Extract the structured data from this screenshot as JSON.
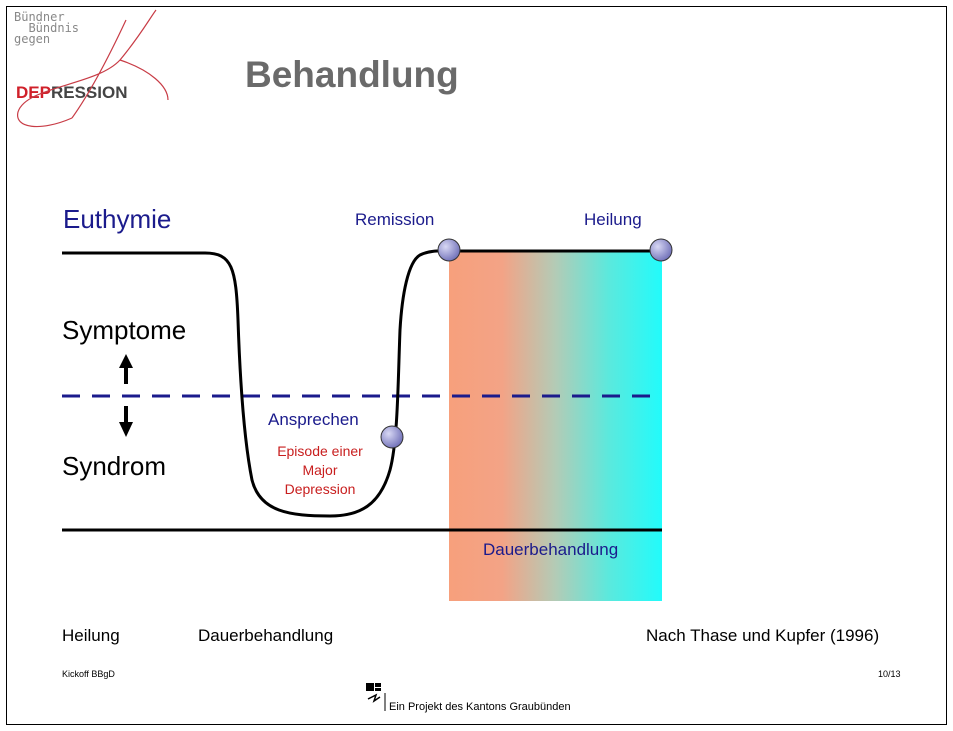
{
  "logo": {
    "lines": [
      "Bündner",
      "  Bündnis",
      "gegen"
    ],
    "word_red": "DEP",
    "word_dark": "RESSION"
  },
  "title": "Behandlung",
  "diagram": {
    "levels": {
      "euthymie": "Euthymie",
      "symptome": "Symptome",
      "syndrom": "Syndrom"
    },
    "labels": {
      "remission": "Remission",
      "heilung": "Heilung",
      "ansprechen": "Ansprechen",
      "episode": "Episode einer Major Depression",
      "dauerbehandlung": "Dauerbehandlung"
    },
    "colors": {
      "label_blue": "#1b1b8c",
      "episode_red": "#c81e1e",
      "dashed_line": "#1b1b8c",
      "band_left": "#f7a07c",
      "band_right": "#22fbfb",
      "marker_fill": "#8c8cd0"
    }
  },
  "footer": {
    "heilung": "Heilung",
    "dauerbehandlung": "Dauerbehandlung",
    "source": "Nach Thase und Kupfer (1996)",
    "kickoff": "Kickoff BBgD",
    "page": "10/13",
    "project": "Ein Projekt des Kantons Graubünden"
  }
}
